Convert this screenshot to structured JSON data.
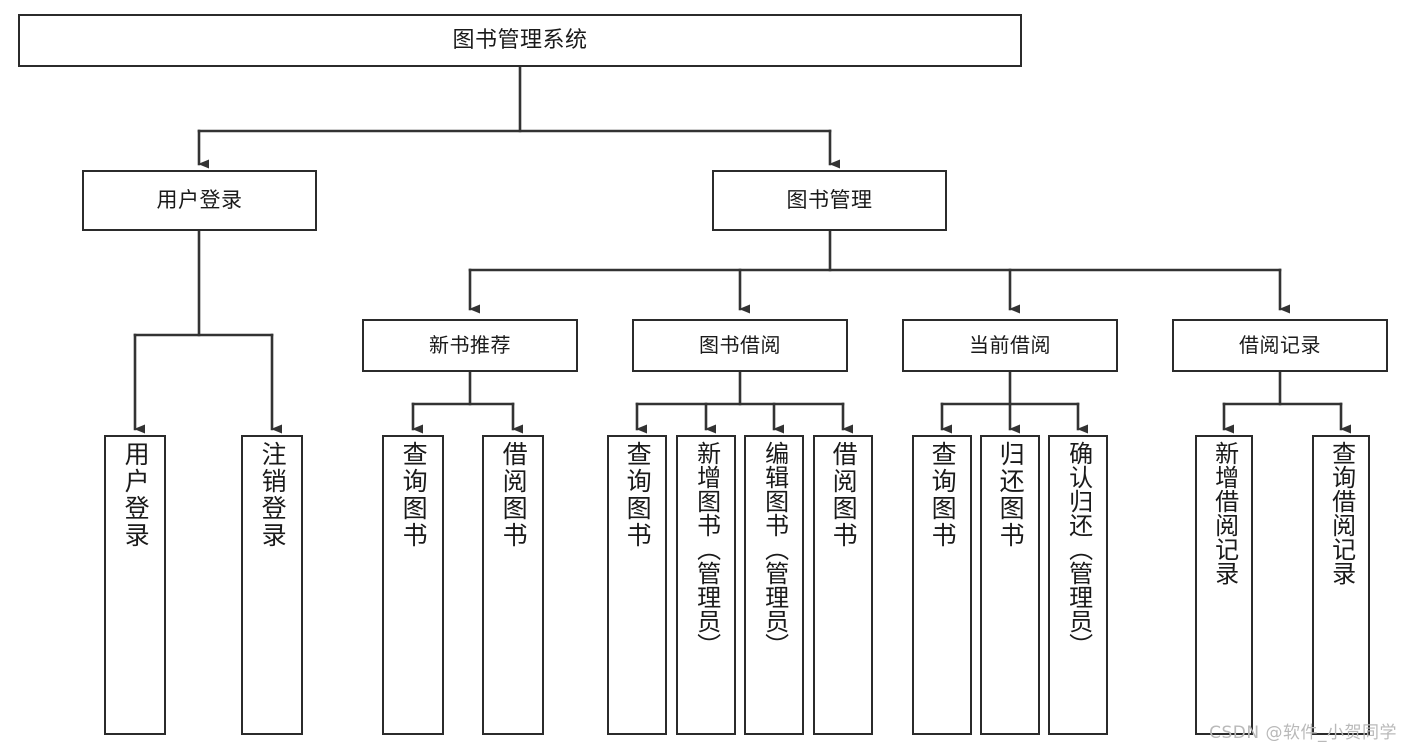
{
  "diagram": {
    "title": "图书管理系统",
    "type": "tree",
    "watermark": "CSDN @软件_小贺同学",
    "colors": {
      "border": "#2b2b2b",
      "edge": "#333333",
      "background": "#ffffff",
      "text": "#1a1a1a",
      "watermark": "#b9b9b9"
    },
    "nodes": {
      "root": {
        "label": "图书管理系统"
      },
      "level1": [
        {
          "id": "user-login",
          "label": "用户登录"
        },
        {
          "id": "book-manage",
          "label": "图书管理"
        }
      ],
      "level2": [
        {
          "id": "new-book-recommend",
          "label": "新书推荐"
        },
        {
          "id": "book-borrow",
          "label": "图书借阅"
        },
        {
          "id": "current-borrow",
          "label": "当前借阅"
        },
        {
          "id": "borrow-record",
          "label": "借阅记录"
        }
      ],
      "leaves": {
        "user-login": [
          {
            "id": "leaf-user-login",
            "label": "用户登录"
          },
          {
            "id": "leaf-user-logout",
            "label": "注销登录"
          }
        ],
        "new-book-recommend": [
          {
            "id": "leaf-query-book-1",
            "label": "查询图书"
          },
          {
            "id": "leaf-borrow-book-1",
            "label": "借阅图书"
          }
        ],
        "book-borrow": [
          {
            "id": "leaf-query-book-2",
            "label": "查询图书"
          },
          {
            "id": "leaf-add-book",
            "label": "新增图书（管理员）"
          },
          {
            "id": "leaf-edit-book",
            "label": "编辑图书（管理员）"
          },
          {
            "id": "leaf-borrow-book-2",
            "label": "借阅图书"
          }
        ],
        "current-borrow": [
          {
            "id": "leaf-query-book-3",
            "label": "查询图书"
          },
          {
            "id": "leaf-return-book",
            "label": "归还图书"
          },
          {
            "id": "leaf-confirm-return",
            "label": "确认归还（管理员）"
          }
        ],
        "borrow-record": [
          {
            "id": "leaf-add-record",
            "label": "新增借阅记录"
          },
          {
            "id": "leaf-query-record",
            "label": "查询借阅记录"
          }
        ]
      }
    }
  }
}
